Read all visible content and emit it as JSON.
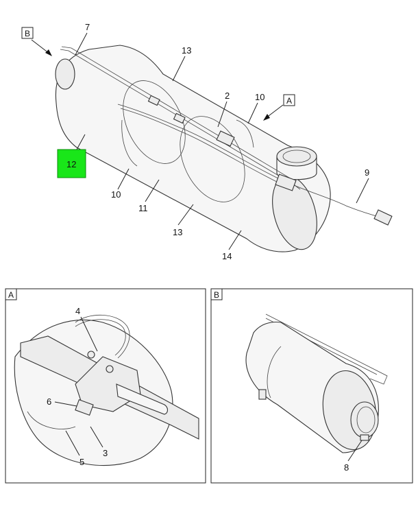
{
  "main_view": {
    "view_b_ref": "B",
    "view_a_ref": "A",
    "callouts": {
      "c7": "7",
      "c13_top": "13",
      "c2": "2",
      "c10_right": "10",
      "c12": "12",
      "c9": "9",
      "c10_left": "10",
      "c11": "11",
      "c13_bottom": "13",
      "c14": "14"
    },
    "highlight_color": "#19e619"
  },
  "detail_a": {
    "tag": "A",
    "callouts": {
      "c4": "4",
      "c6": "6",
      "c3": "3",
      "c5": "5"
    }
  },
  "detail_b": {
    "tag": "B",
    "callouts": {
      "c8": "8"
    }
  }
}
